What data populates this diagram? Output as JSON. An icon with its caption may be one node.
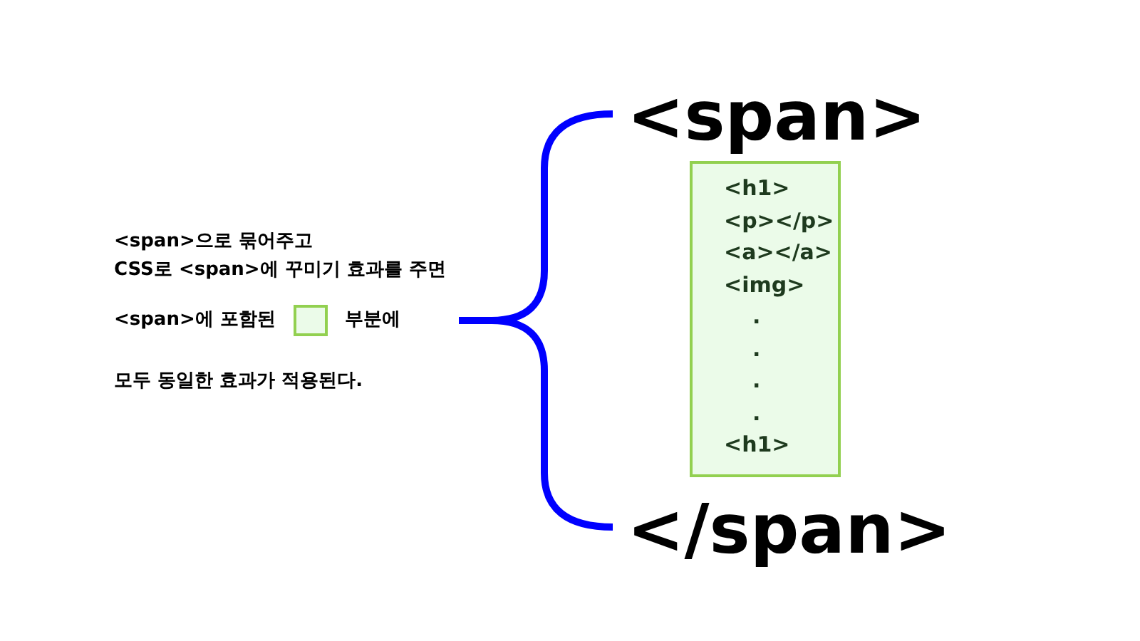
{
  "diagram": {
    "nodes": [
      {
        "text": [
          "<span>"
        ]
      },
      {
        "text": [
          "<h1>",
          "<p></p>",
          "<a></a>",
          "<img>",
          ".",
          ".",
          ".",
          ".",
          "<h1>"
        ]
      },
      {
        "text": [
          "</span>"
        ]
      }
    ],
    "edges": [],
    "labels": [
      "<span>으로 묶어주고",
      "CSS로 <span>에 꾸미기 효과를 주면",
      "<span>에 포함된",
      "부분에",
      "모두 동일한 효과가 적용된다."
    ]
  }
}
